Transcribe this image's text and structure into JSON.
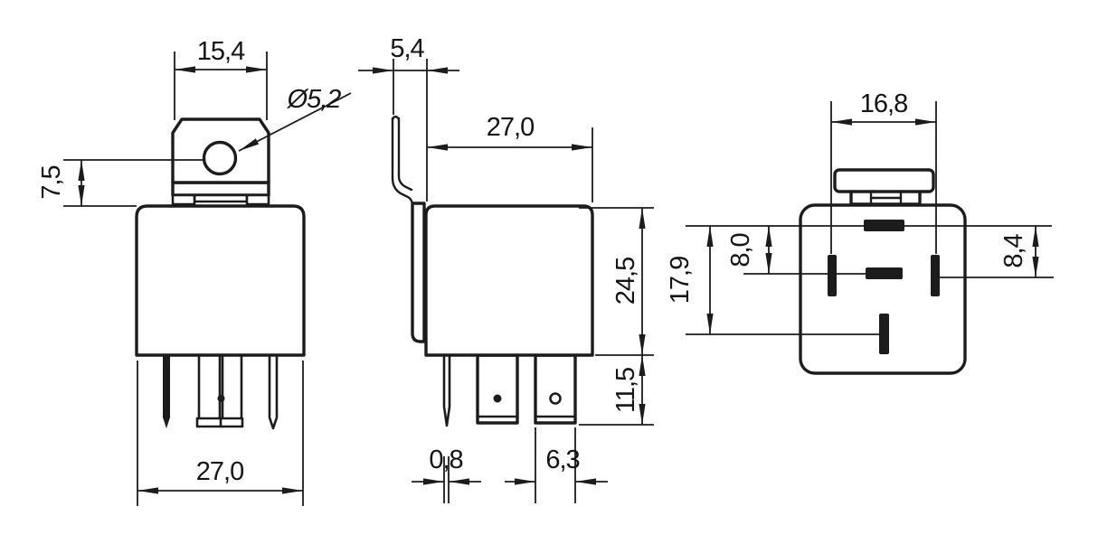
{
  "drawing": {
    "background": "#ffffff",
    "line_color": "#1c1c1c",
    "views": {
      "front": {
        "dims": {
          "bracket_width": "15,4",
          "hole_diameter": "Ø5,2",
          "hole_offset": "7,5",
          "body_width": "27,0"
        }
      },
      "side": {
        "dims": {
          "bracket_offset": "5,4",
          "body_depth": "27,0",
          "body_height": "24,5",
          "pin_length": "11,5",
          "pin_thickness": "0,8",
          "pin_width": "6,3"
        }
      },
      "bottom": {
        "dims": {
          "mount_pin_span": "16,8",
          "pin_field_height": "17,9",
          "pin_row_offset_left": "8,0",
          "pin_row_offset_right": "8,4"
        }
      }
    }
  }
}
